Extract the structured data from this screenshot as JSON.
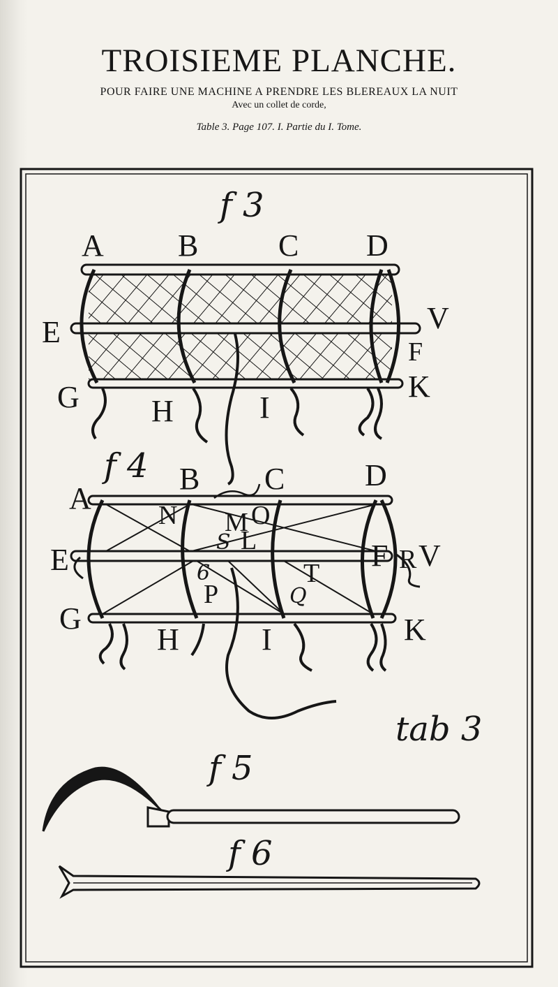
{
  "header": {
    "title": "TROISIEME PLANCHE.",
    "subtitle": "POUR FAIRE UNE MACHINE A PRENDRE LES BLEREAUX LA NUIT",
    "subtitle2": "Avec un collet de corde,",
    "caption": "Table 3. Page 107. I. Partie du I. Tome."
  },
  "plate": {
    "fig3": {
      "title": "f 3",
      "labels": {
        "A": "A",
        "B": "B",
        "C": "C",
        "D": "D",
        "E": "E",
        "V": "V",
        "F": "F",
        "G": "G",
        "H": "H",
        "I": "I",
        "K": "K"
      }
    },
    "fig4": {
      "title": "f 4",
      "labels": {
        "A": "A",
        "B": "B",
        "C": "C",
        "D": "D",
        "N": "N",
        "M": "M",
        "O": "O",
        "S": "S",
        "L": "L",
        "E": "E",
        "F": "F",
        "R": "R",
        "V": "V",
        "G": "G",
        "H": "H",
        "I": "I",
        "K": "K",
        "P": "P",
        "T": "T",
        "Q": "Q",
        "small6": "6"
      }
    },
    "tab_note": "tab 3",
    "fig5": {
      "title": "f 5"
    },
    "fig6": {
      "title": "f 6"
    }
  }
}
